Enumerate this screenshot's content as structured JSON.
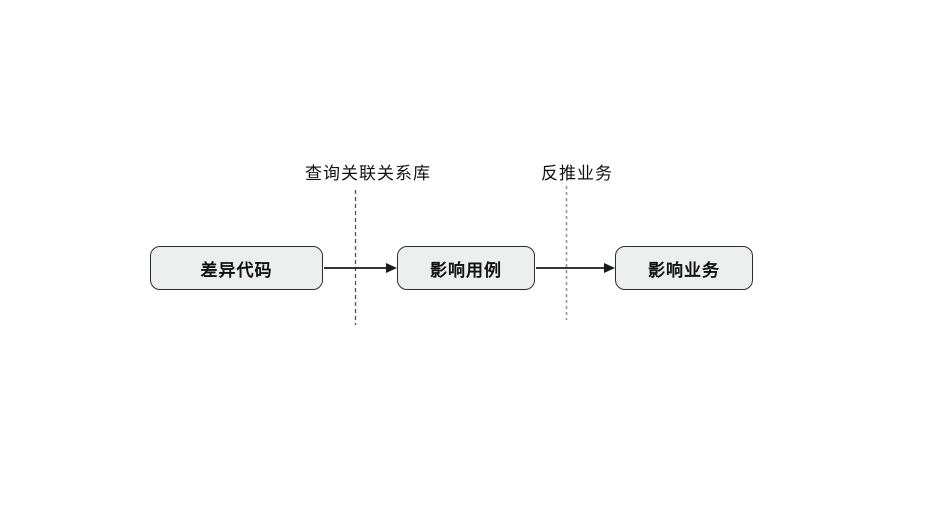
{
  "diagram": {
    "type": "flowchart",
    "nodes": [
      {
        "id": "diff-code",
        "label": "差异代码"
      },
      {
        "id": "affected-cases",
        "label": "影响用例"
      },
      {
        "id": "affected-business",
        "label": "影响业务"
      }
    ],
    "edges": [
      {
        "from": "diff-code",
        "to": "affected-cases"
      },
      {
        "from": "affected-cases",
        "to": "affected-business"
      }
    ],
    "transition_labels": [
      {
        "id": "query-relation-db",
        "label": "查询关联关系库"
      },
      {
        "id": "derive-business",
        "label": "反推业务"
      }
    ],
    "colors": {
      "background": "#ffffff",
      "node_fill": "#edefee",
      "node_border": "#2d2d2d",
      "node_text": "#111111",
      "arrow": "#1a1a1a",
      "divider_line_1": "#4d4d4d",
      "divider_line_2": "#8f8f8f",
      "label_text": "#111111"
    }
  }
}
